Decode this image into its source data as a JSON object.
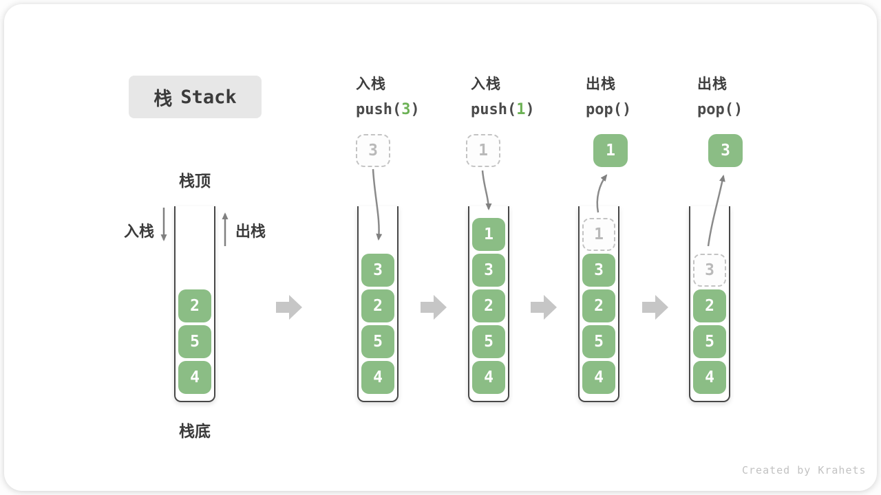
{
  "title": {
    "zh": "栈",
    "en": "Stack"
  },
  "side_labels": {
    "stack_top": "栈顶",
    "stack_bottom": "栈底",
    "push": "入栈",
    "pop": "出栈"
  },
  "operations": [
    {
      "name": "入栈",
      "code_before": "push(",
      "arg": "3",
      "code_after": ")"
    },
    {
      "name": "入栈",
      "code_before": "push(",
      "arg": "1",
      "code_after": ")"
    },
    {
      "name": "出栈",
      "code_before": "pop(",
      "arg": "",
      "code_after": ")"
    },
    {
      "name": "出栈",
      "code_before": "pop(",
      "arg": "",
      "code_after": ")"
    }
  ],
  "stacks": [
    {
      "cells": [
        {
          "value": "2"
        },
        {
          "value": "5"
        },
        {
          "value": "4"
        }
      ]
    },
    {
      "floating": {
        "value": "3",
        "style": "dashed"
      },
      "cells": [
        {
          "value": "3"
        },
        {
          "value": "2"
        },
        {
          "value": "5"
        },
        {
          "value": "4"
        }
      ]
    },
    {
      "floating": {
        "value": "1",
        "style": "dashed"
      },
      "cells": [
        {
          "value": "1"
        },
        {
          "value": "3"
        },
        {
          "value": "2"
        },
        {
          "value": "5"
        },
        {
          "value": "4"
        }
      ]
    },
    {
      "floating": {
        "value": "1",
        "style": "solid"
      },
      "cells": [
        {
          "value": "1",
          "ghost": true
        },
        {
          "value": "3"
        },
        {
          "value": "2"
        },
        {
          "value": "5"
        },
        {
          "value": "4"
        }
      ]
    },
    {
      "floating": {
        "value": "3",
        "style": "solid"
      },
      "cells": [
        {
          "value": "3",
          "ghost": true
        },
        {
          "value": "2"
        },
        {
          "value": "5"
        },
        {
          "value": "4"
        }
      ]
    }
  ],
  "watermark": "Created by Krahets",
  "colors": {
    "cell_green": "#8bbd85",
    "arg_green": "#6cb155",
    "thin_arrow_gray": "#808080",
    "block_arrow_gray": "#c6c6c6",
    "title_box_bg": "#e7e7e7",
    "dashed_border": "#c3c3c3",
    "container_border": "#474747"
  }
}
